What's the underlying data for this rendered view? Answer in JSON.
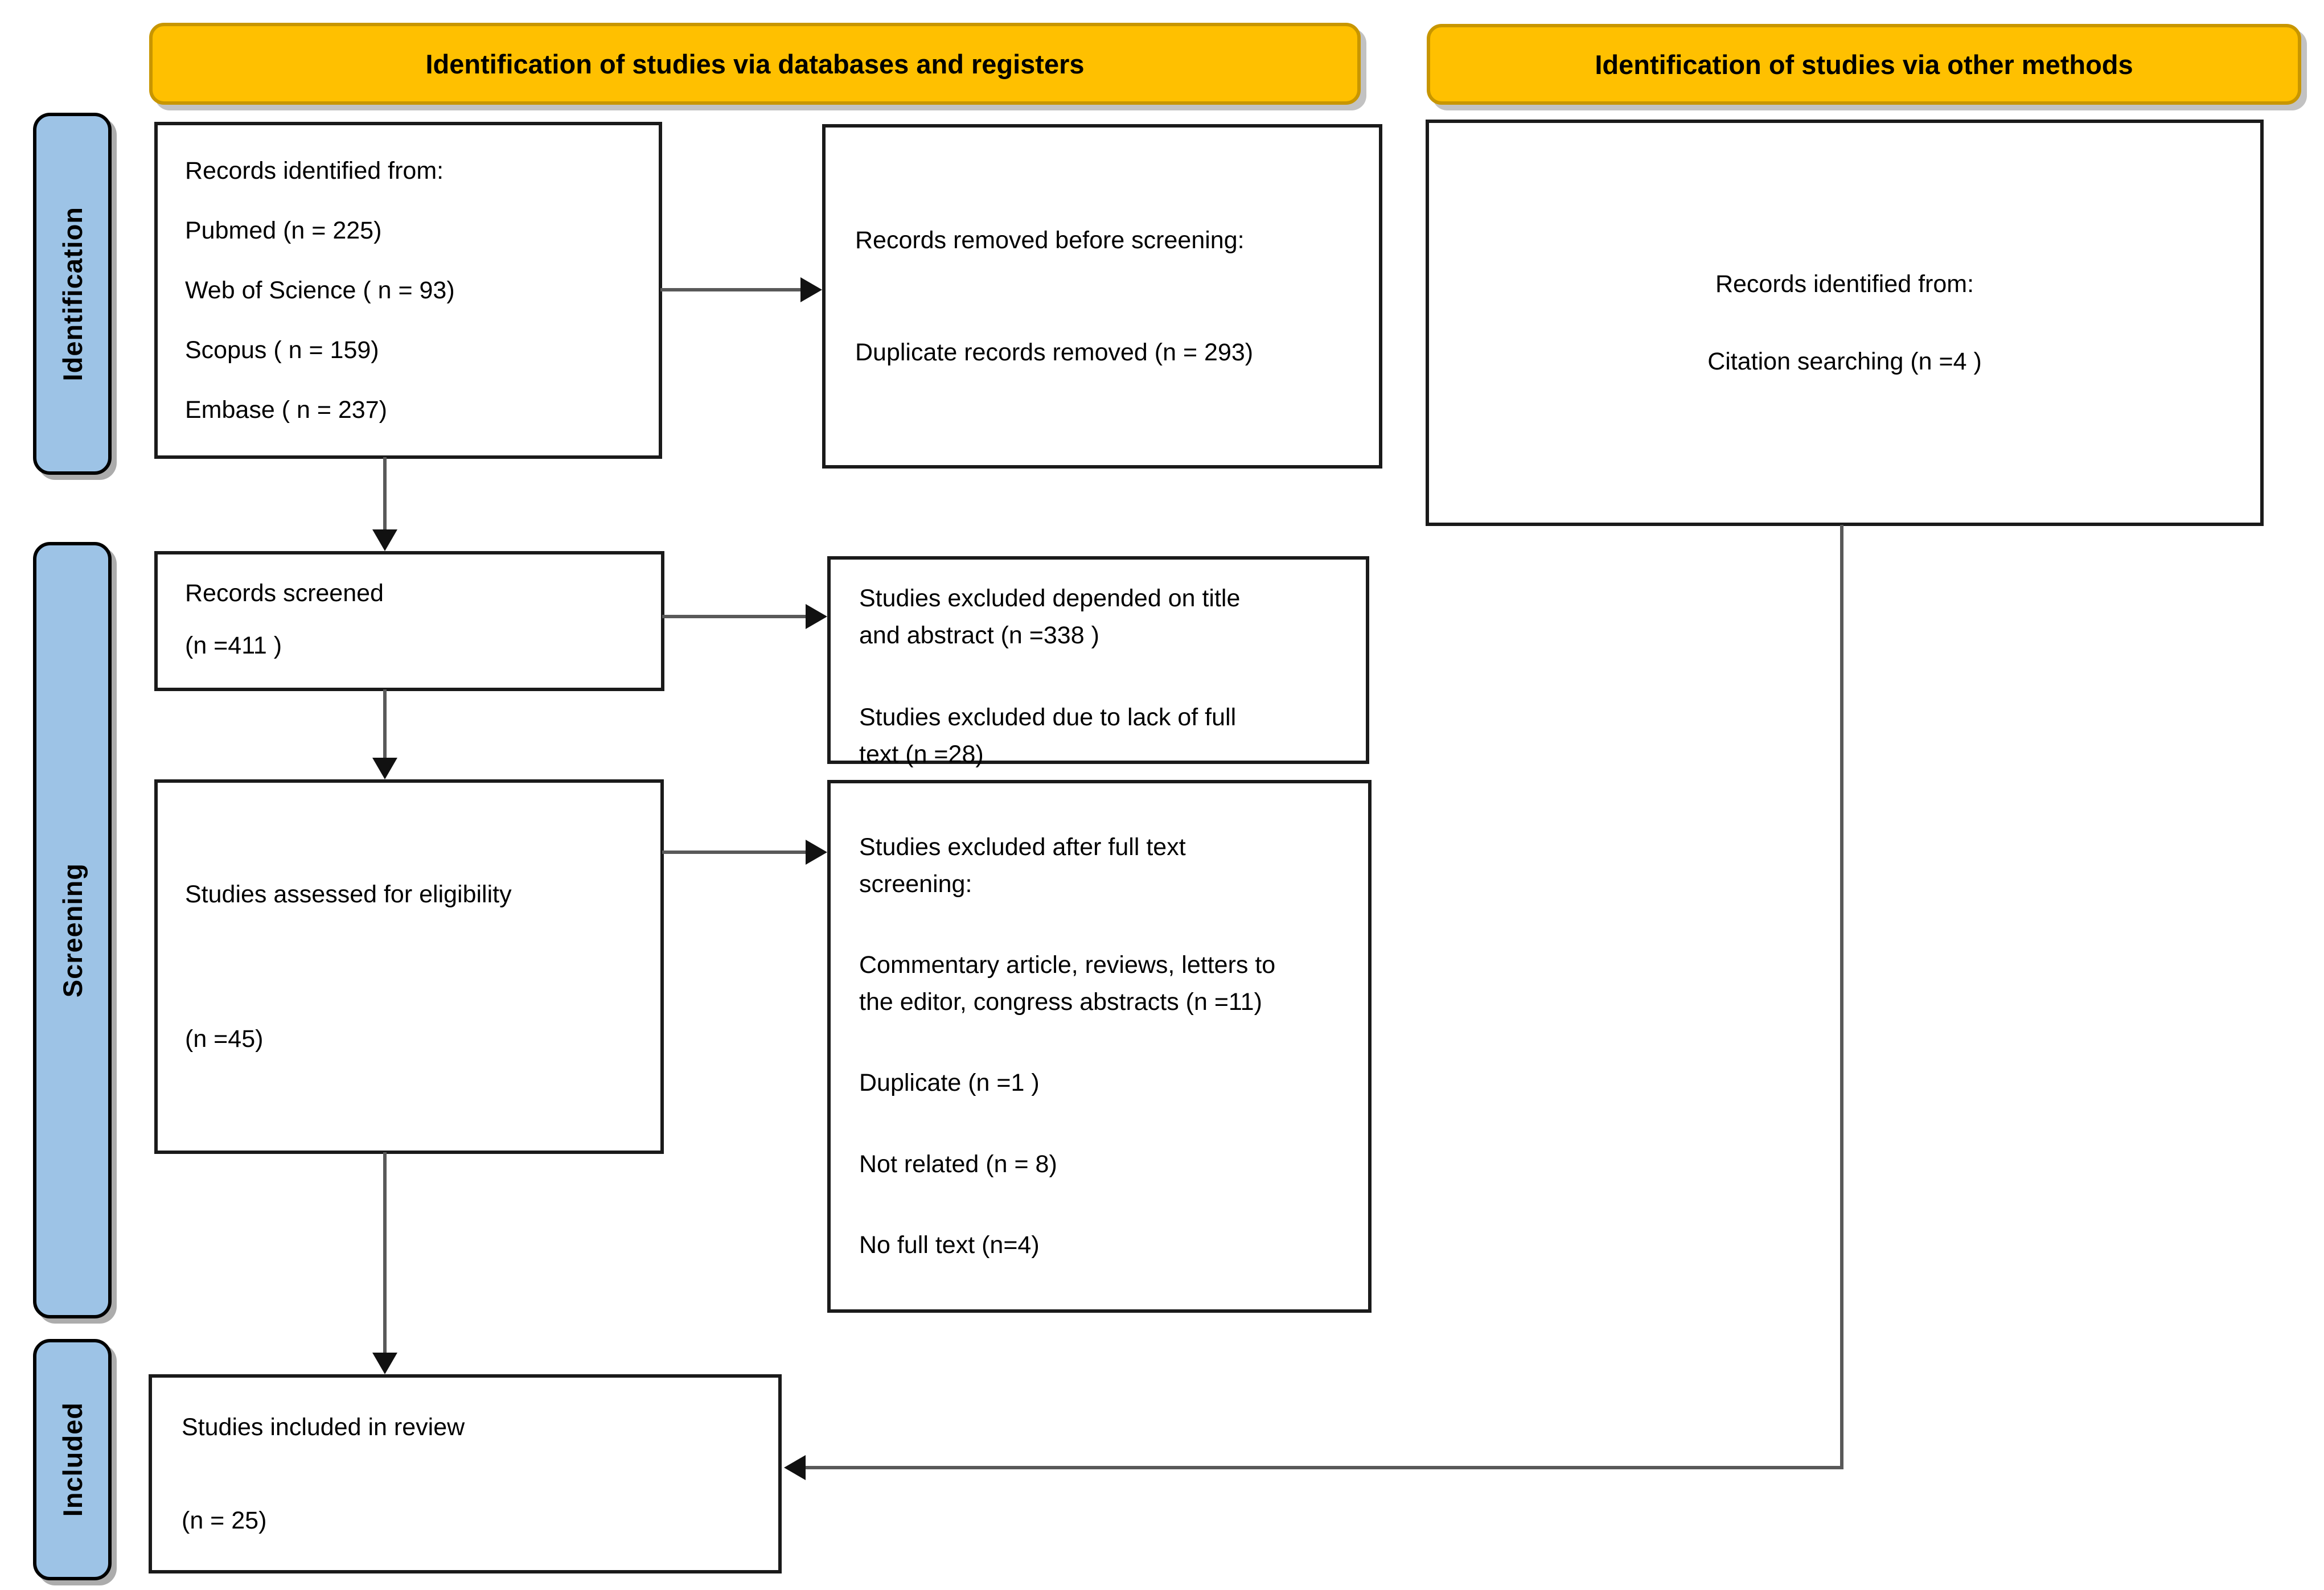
{
  "headers": {
    "databases": "Identification of studies via databases and registers",
    "other_methods": "Identification of studies via other methods"
  },
  "side_labels": {
    "identification": "Identification",
    "screening": "Screening",
    "included": "Included"
  },
  "boxes": {
    "records_identified": {
      "lines": [
        "Records identified from:",
        "Pubmed (n = 225)",
        "Web of Science ( n = 93)",
        "Scopus ( n = 159)",
        "Embase ( n = 237)"
      ]
    },
    "records_removed": {
      "lines": [
        "Records removed before screening:",
        "Duplicate records removed (n = 293)"
      ]
    },
    "other_methods_records": {
      "lines": [
        "Records identified from:",
        "Citation searching (n =4 )"
      ]
    },
    "records_screened": {
      "lines": [
        "Records screened",
        "(n =411 )"
      ]
    },
    "excluded_title_abstract": {
      "lines": [
        "Studies excluded depended on title\nand abstract (n =338 )",
        "Studies excluded due to lack of full\ntext (n =28)"
      ]
    },
    "assessed_eligibility": {
      "lines": [
        "Studies assessed for eligibility",
        "(n =45)"
      ]
    },
    "excluded_full_text": {
      "lines": [
        "Studies excluded after full text\nscreening:",
        "Commentary article, reviews, letters to\nthe editor, congress abstracts (n =11)",
        "Duplicate (n =1 )",
        "Not related (n = 8)",
        "No full text (n=4)"
      ]
    },
    "included_review": {
      "lines": [
        "Studies included in review",
        "(n = 25)"
      ]
    }
  },
  "colors": {
    "header_bg": "#FFC000",
    "header_border": "#C89600",
    "label_bg": "#9DC3E6",
    "box_border": "#1A1A1A",
    "line": "#595959",
    "arrowhead": "#111111"
  }
}
